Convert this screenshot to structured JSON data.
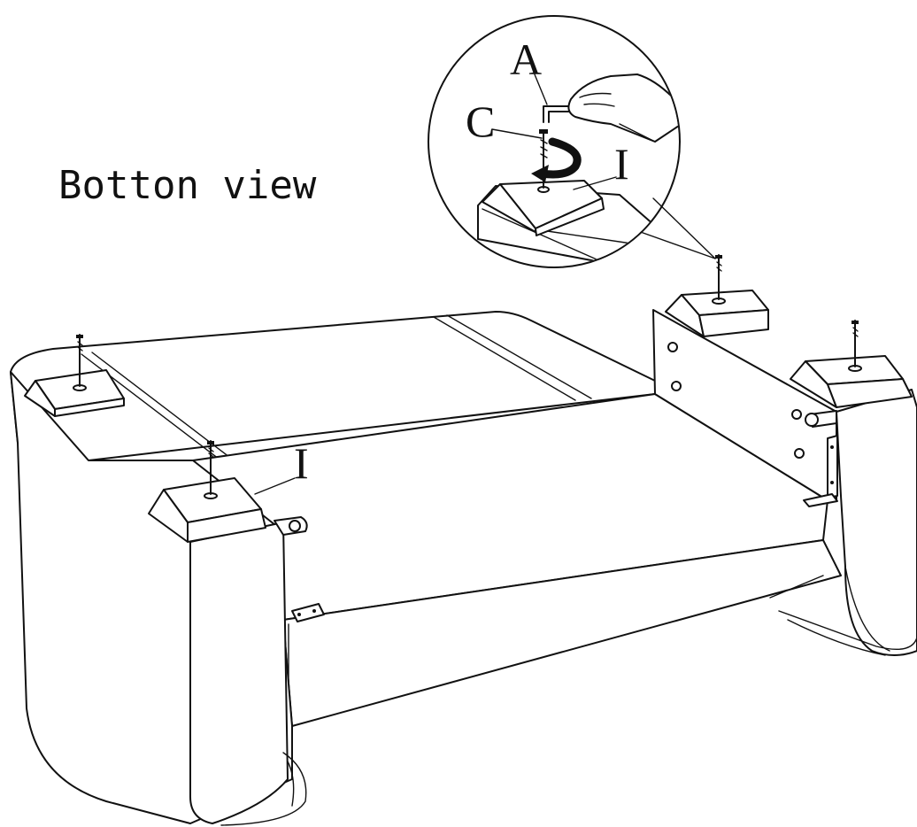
{
  "title": "Botton view",
  "callouts": {
    "tool_a": "A",
    "bolt_c": "C",
    "foot_i_detail": "I",
    "foot_i_main": "I"
  },
  "colors": {
    "line": "#111111",
    "background": "#ffffff"
  }
}
